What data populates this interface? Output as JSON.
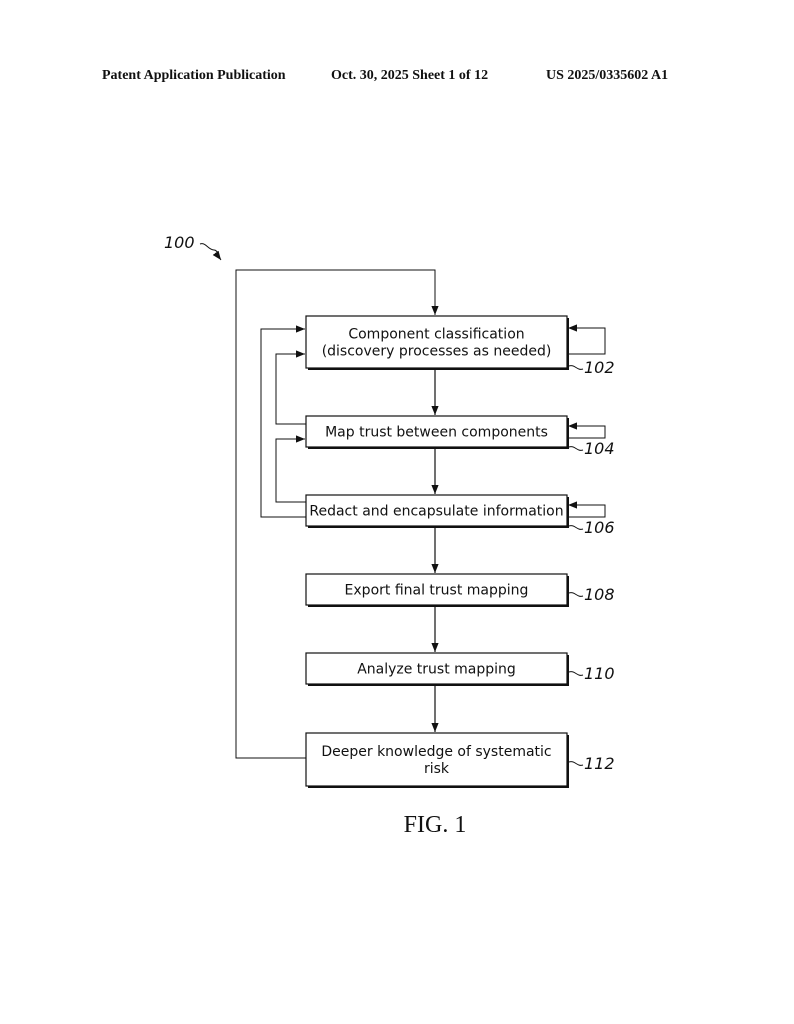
{
  "header": {
    "publication": "Patent Application Publication",
    "date_sheet": "Oct. 30, 2025  Sheet 1 of 12",
    "number": "US 2025/0335602 A1"
  },
  "figure": {
    "label": "FIG. 1",
    "ref": "100",
    "steps": [
      {
        "ref": "102",
        "lines": [
          "Component classification",
          "(discovery processes as needed)"
        ]
      },
      {
        "ref": "104",
        "lines": [
          "Map trust between components"
        ]
      },
      {
        "ref": "106",
        "lines": [
          "Redact and encapsulate information"
        ]
      },
      {
        "ref": "108",
        "lines": [
          "Export final trust mapping"
        ]
      },
      {
        "ref": "110",
        "lines": [
          "Analyze trust mapping"
        ]
      },
      {
        "ref": "112",
        "lines": [
          "Deeper knowledge of systematic",
          "risk"
        ]
      }
    ],
    "connections": [
      {
        "from": "102",
        "to": "104",
        "type": "sequential"
      },
      {
        "from": "104",
        "to": "106",
        "type": "sequential"
      },
      {
        "from": "106",
        "to": "108",
        "type": "sequential"
      },
      {
        "from": "108",
        "to": "110",
        "type": "sequential"
      },
      {
        "from": "110",
        "to": "112",
        "type": "sequential"
      },
      {
        "from": "112",
        "to": "102",
        "type": "feedback"
      },
      {
        "from": "104",
        "to": "102",
        "type": "feedback"
      },
      {
        "from": "106",
        "to": "102",
        "type": "feedback"
      },
      {
        "from": "106",
        "to": "104",
        "type": "feedback"
      },
      {
        "from": "102",
        "to": "102",
        "type": "self-loop"
      },
      {
        "from": "104",
        "to": "104",
        "type": "self-loop"
      },
      {
        "from": "106",
        "to": "106",
        "type": "self-loop"
      }
    ]
  }
}
